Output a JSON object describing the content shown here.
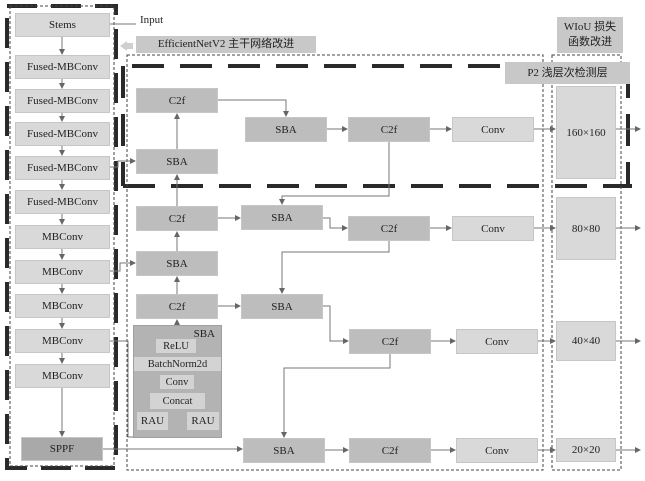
{
  "labels": {
    "input": "Input",
    "backbone_tag": "EfficientNetV2 主干网络改进",
    "p2_tag": "P2 浅层次检测层",
    "wiou_tag_line1": "WIoU 损失",
    "wiou_tag_line2": "函数改进"
  },
  "backbone": {
    "blocks": [
      "Stems",
      "Fused-MBConv",
      "Fused-MBConv",
      "Fused-MBConv",
      "Fused-MBConv",
      "Fused-MBConv",
      "MBConv",
      "MBConv",
      "MBConv",
      "MBConv",
      "MBConv",
      "SPPF"
    ]
  },
  "neck": {
    "col1": [
      "C2f",
      "SBA",
      "C2f",
      "SBA",
      "C2f"
    ],
    "row160": [
      "SBA",
      "C2f",
      "Conv"
    ],
    "row80": [
      "SBA",
      "C2f",
      "Conv"
    ],
    "row40": [
      "SBA",
      "C2f",
      "Conv"
    ],
    "row20": [
      "SBA",
      "C2f",
      "Conv"
    ]
  },
  "sba_detail": {
    "title": "SBA",
    "layers": [
      "ReLU",
      "BatchNorm2d",
      "Conv",
      "Concat"
    ],
    "rau_left": "RAU",
    "rau_right": "RAU"
  },
  "heads": [
    "160×160",
    "80×80",
    "40×40",
    "20×20"
  ],
  "colors": {
    "light_block": "#d9d9d9",
    "mid_block": "#bdbdbd",
    "dark_block": "#a9a9a9",
    "line": "#777777",
    "dash_heavy": "#2a2a2a"
  }
}
